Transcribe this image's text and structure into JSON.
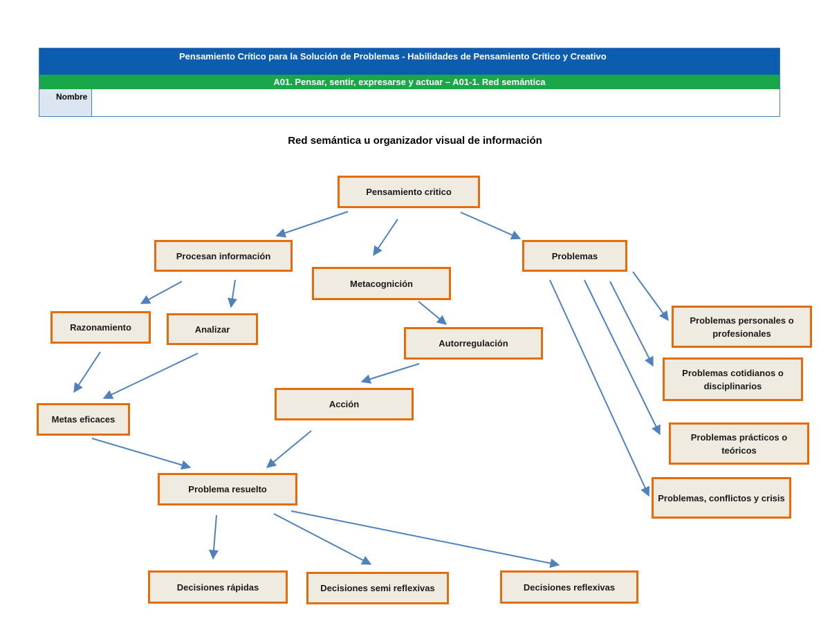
{
  "header": {
    "course_title": "Pensamiento Crítico para la Solución de Problemas - Habilidades de Pensamiento Crítico y Creativo",
    "activity": "A01. Pensar, sentir, expresarse y actuar – A01-1. Red semántica",
    "name_label": "Nombre",
    "name_value": ""
  },
  "diagram": {
    "title": "Red semántica u organizador visual de información",
    "nodes": {
      "pensamiento_critico": "Pensamiento critico",
      "procesan_informacion": "Procesan información",
      "metacognicion": "Metacognición",
      "problemas": "Problemas",
      "razonamiento": "Razonamiento",
      "analizar": "Analizar",
      "autorregulacion": "Autorregulación",
      "problemas_personales": "Problemas personales o profesionales",
      "problemas_cotidianos": "Problemas cotidianos o disciplinarios",
      "metas_eficaces": "Metas eficaces",
      "accion": "Acción",
      "problemas_practicos": "Problemas prácticos o teóricos",
      "problema_resuelto": "Problema resuelto",
      "problemas_conflictos": "Problemas, conflictos y crisis",
      "decisiones_rapidas": "Decisiones rápidas",
      "decisiones_semi": "Decisiones semi reflexivas",
      "decisiones_reflexivas": "Decisiones reflexivas"
    },
    "colors": {
      "node_border": "#e46c0a",
      "node_fill": "#efebe0",
      "arrow": "#4f81bd",
      "header_blue": "#0c5db0",
      "header_green": "#1aa74a",
      "name_cell": "#dce6f2"
    }
  }
}
